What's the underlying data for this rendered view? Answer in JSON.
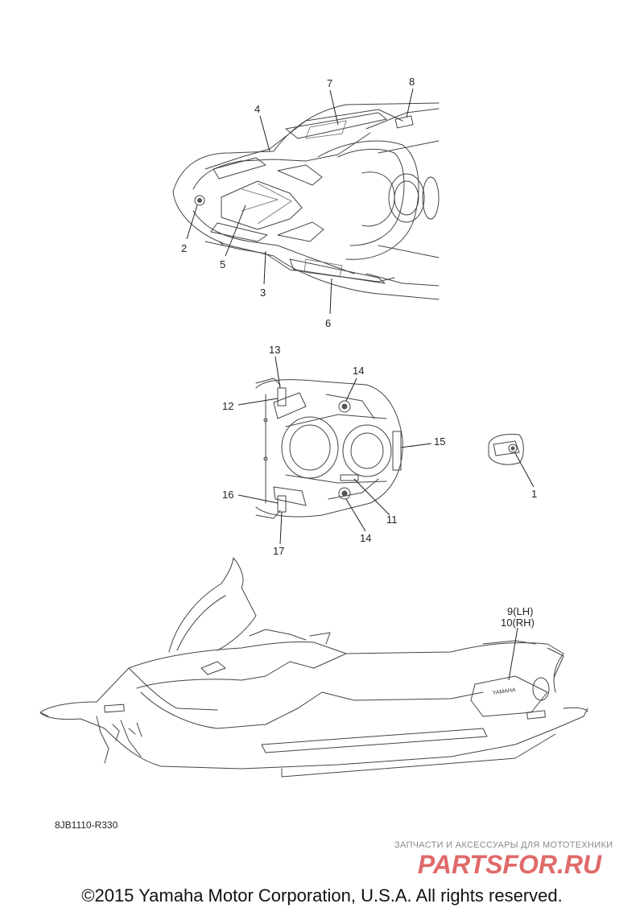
{
  "reference_code": "8JB1110-R330",
  "callouts": [
    "1",
    "2",
    "3",
    "4",
    "5",
    "6",
    "7",
    "8",
    "9(LH)",
    "10(RH)",
    "11",
    "12",
    "13",
    "14",
    "14",
    "15",
    "16",
    "17"
  ],
  "decal_texts": {
    "yamaha_side": "YAMAHA"
  },
  "watermark": {
    "tagline": "ЗАПЧАСТИ И АКСЕССУАРЫ ДЛЯ МОТОТЕХНИКИ",
    "logo_text": "PARTSFOR.RU"
  },
  "copyright": "©2015 Yamaha Motor Corporation, U.S.A. All rights reserved.",
  "colors": {
    "line": "#444444",
    "watermark_red": "#e06a6a",
    "watermark_gray": "#8a8a8a"
  }
}
